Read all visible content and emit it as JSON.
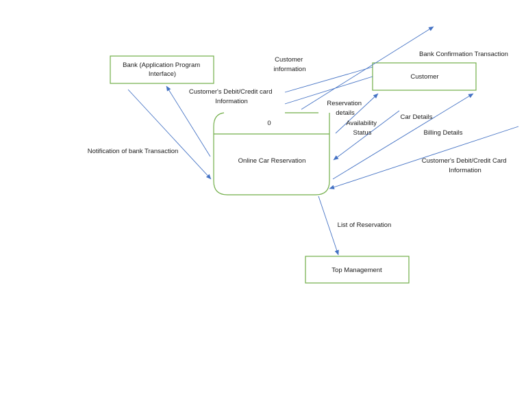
{
  "diagram": {
    "entities": {
      "bank": [
        "Bank (Application Program",
        "Interface)"
      ],
      "customer": [
        "Customer"
      ],
      "top_management": [
        "Top Management"
      ]
    },
    "process": {
      "id": "0",
      "name": "Online Car Reservation"
    },
    "flow_labels": {
      "customer_information": [
        "Customer",
        "information"
      ],
      "bank_confirmation": [
        "Bank Confirmation Transaction"
      ],
      "debit_credit_to_bank": [
        "Customer's Debit/Credit  card",
        "Information"
      ],
      "reservation_details": [
        "Reservation",
        "details"
      ],
      "availability_status": [
        "Availability",
        "Status"
      ],
      "car_details": [
        "Car Details"
      ],
      "billing_details": [
        "Billing Details"
      ],
      "debit_credit_from_customer": [
        "Customer's Debit/Credit Card",
        "Information"
      ],
      "bank_notification": [
        "Notification of bank Transaction"
      ],
      "list_of_reservation": [
        "List of Reservation"
      ]
    },
    "colors": {
      "box_stroke": "#70ad47",
      "arrow": "#4472c4",
      "text": "#1a1a1a"
    }
  }
}
